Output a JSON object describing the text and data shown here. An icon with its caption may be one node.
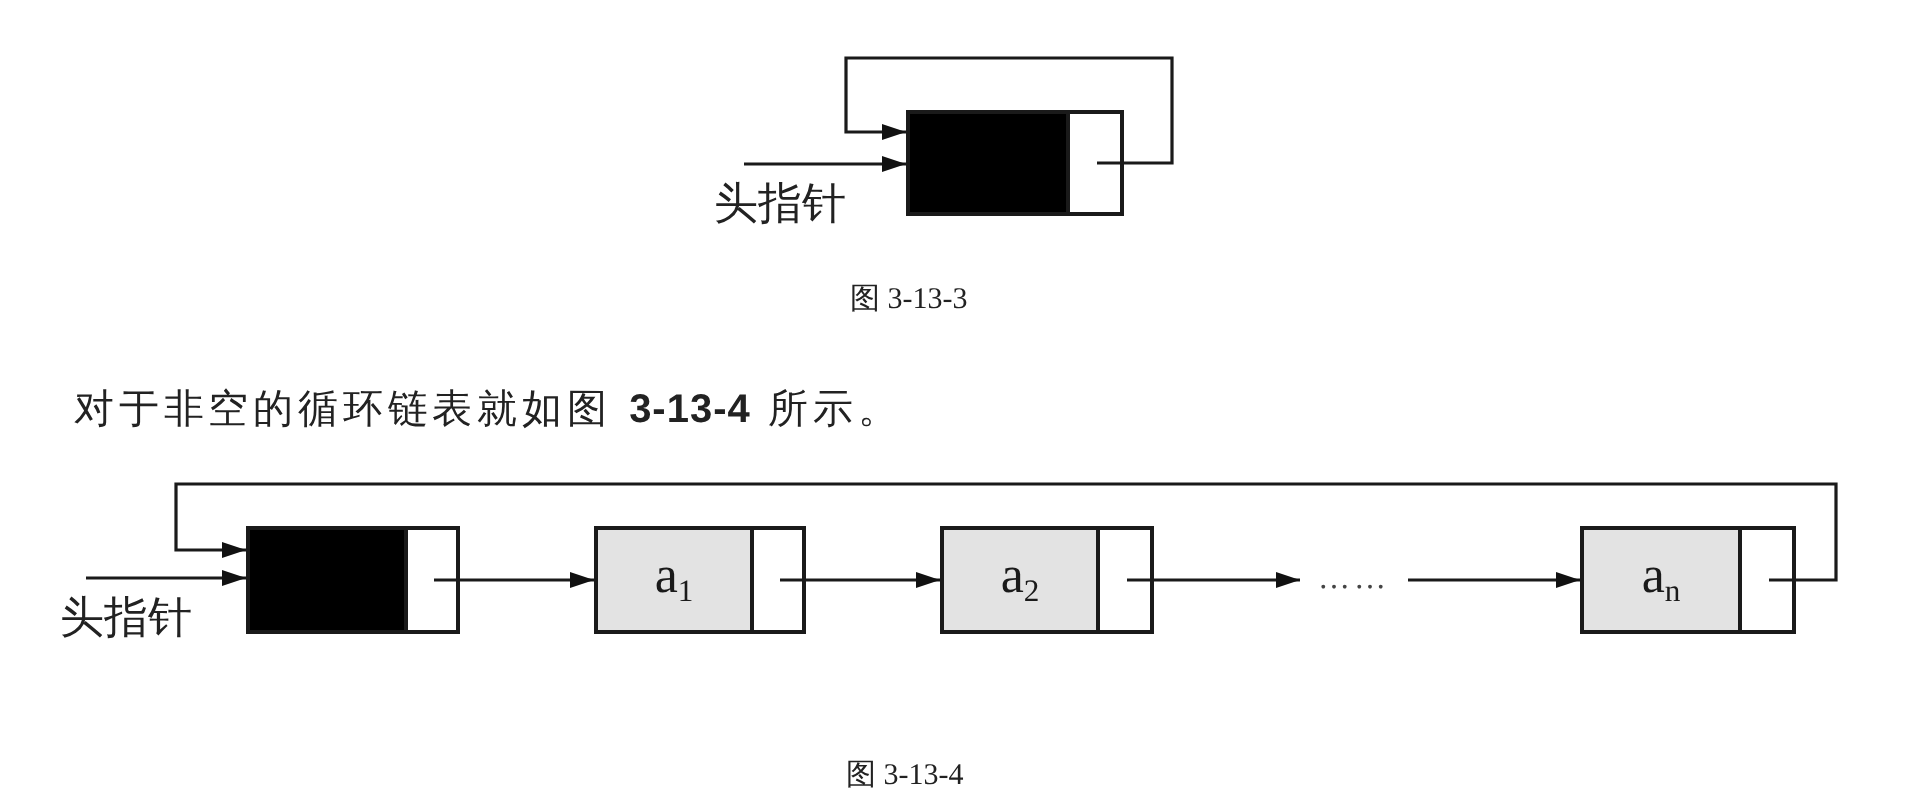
{
  "diagram": {
    "nodes": [
      {
        "text": [],
        "shape": "box"
      },
      {
        "text": [],
        "shape": "box"
      },
      {
        "text": [
          "a$_{1}$"
        ]
      },
      {
        "text": [
          "a$_{2}$"
        ]
      },
      {
        "text": [
          "……"
        ]
      },
      {
        "text": [
          "a$_{n}$"
        ]
      }
    ],
    "edges": [
      {
        "from": null,
        "to": 0,
        "arrow": "to",
        "label": "头指针"
      },
      {
        "from": 0,
        "to": 0,
        "arrow": "to"
      },
      {
        "from": null,
        "to": 1,
        "arrow": "to",
        "label": "头指针"
      },
      {
        "from": 1,
        "to": 2,
        "arrow": "to"
      },
      {
        "from": 2,
        "to": 3,
        "arrow": "to"
      },
      {
        "from": 3,
        "to": 4,
        "arrow": "to"
      },
      {
        "from": 4,
        "to": 5,
        "arrow": "to"
      },
      {
        "from": 5,
        "to": 1,
        "arrow": "to"
      }
    ],
    "labels": [
      "图 3-13-3",
      "对于非空的循环链表就如图 **3-13-4** 所示。",
      "图 3-13-4"
    ]
  }
}
